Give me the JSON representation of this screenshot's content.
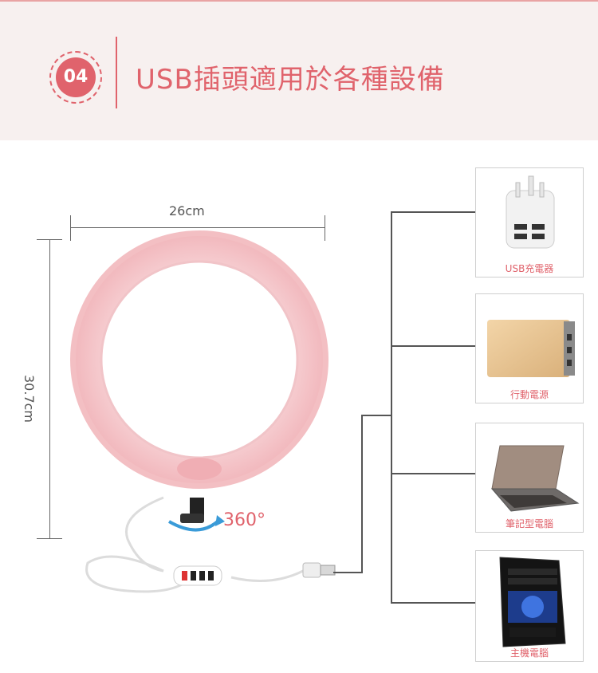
{
  "header": {
    "badge_number": "04",
    "title": "USB插頭適用於各種設備"
  },
  "dimensions": {
    "width_label": "26cm",
    "height_label": "30.7cm"
  },
  "ring": {
    "rotation_label": "360°"
  },
  "devices": [
    {
      "label": "USB充電器",
      "icon": "usb-charger-icon"
    },
    {
      "label": "行動電源",
      "icon": "power-bank-icon"
    },
    {
      "label": "筆記型電腦",
      "icon": "laptop-icon"
    },
    {
      "label": "主機電腦",
      "icon": "desktop-pc-icon"
    }
  ],
  "colors": {
    "accent": "#e0636c",
    "ring": "#f5c5c8",
    "header_bg": "#f7f0ef"
  }
}
